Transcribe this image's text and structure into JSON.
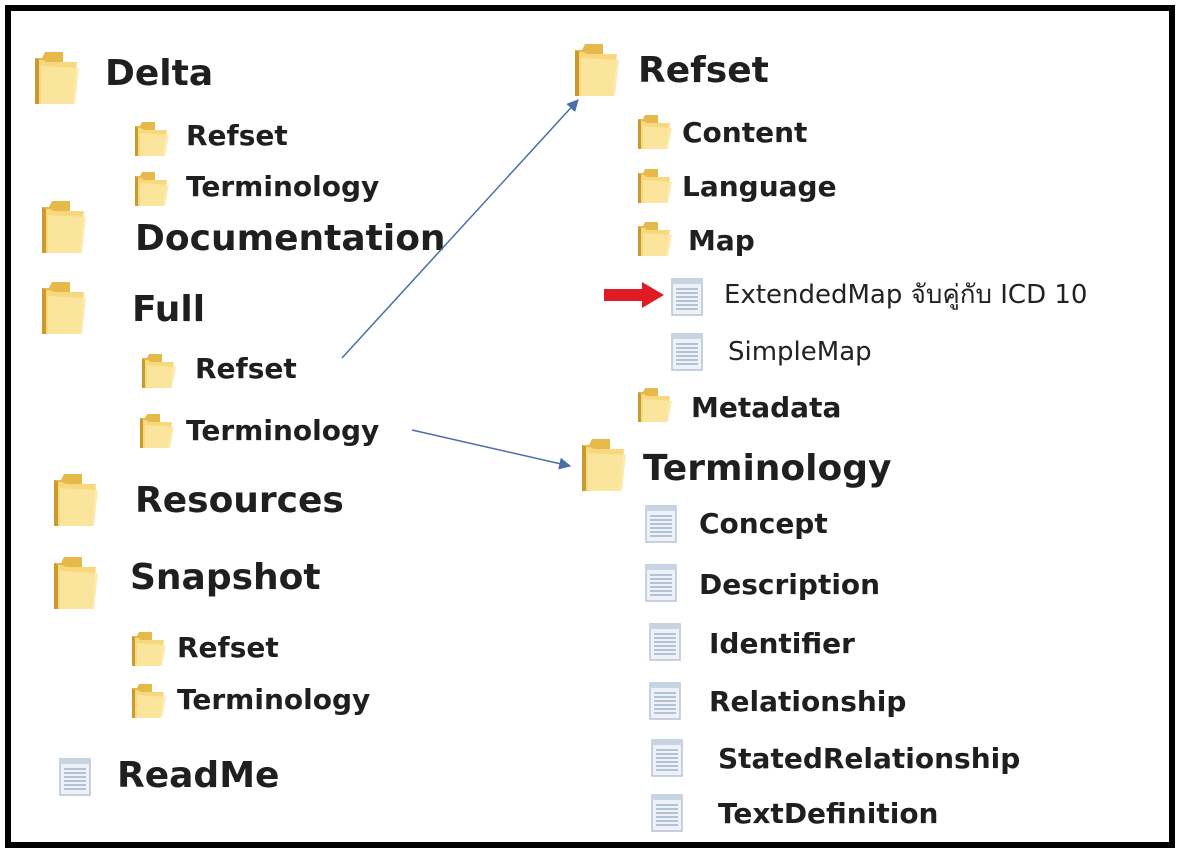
{
  "colors": {
    "frame": "#000000",
    "folder_light": "#fbe7a3",
    "folder_mid": "#f3cf69",
    "folder_dark": "#d9a93a",
    "file_body": "#eef2f8",
    "file_lines": "#9fb1c9",
    "connector": "#4a6fa8",
    "pointer": "#e01b24"
  },
  "left_tree": {
    "delta": {
      "label": "Delta",
      "icon": "folder-icon"
    },
    "delta_refset": {
      "label": "Refset",
      "icon": "folder-icon"
    },
    "delta_terminology": {
      "label": "Terminology",
      "icon": "folder-icon"
    },
    "documentation": {
      "label": "Documentation",
      "icon": "folder-icon"
    },
    "full": {
      "label": "Full",
      "icon": "folder-icon"
    },
    "full_refset": {
      "label": "Refset",
      "icon": "folder-icon"
    },
    "full_terminology": {
      "label": "Terminology",
      "icon": "folder-icon"
    },
    "resources": {
      "label": "Resources",
      "icon": "folder-icon"
    },
    "snapshot": {
      "label": "Snapshot",
      "icon": "folder-icon"
    },
    "snapshot_refset": {
      "label": "Refset",
      "icon": "folder-icon"
    },
    "snapshot_terminology": {
      "label": "Terminology",
      "icon": "folder-icon"
    },
    "readme": {
      "label": "ReadMe",
      "icon": "file-icon"
    }
  },
  "right_tree": {
    "refset": {
      "label": "Refset",
      "icon": "folder-icon"
    },
    "content": {
      "label": "Content",
      "icon": "folder-icon"
    },
    "language": {
      "label": "Language",
      "icon": "folder-icon"
    },
    "map": {
      "label": "Map",
      "icon": "folder-icon"
    },
    "extended_map": {
      "label": "ExtendedMap จับคู่กับ ICD 10",
      "icon": "file-icon",
      "highlighted": true
    },
    "simple_map": {
      "label": "SimpleMap",
      "icon": "file-icon"
    },
    "metadata": {
      "label": "Metadata",
      "icon": "folder-icon"
    },
    "terminology": {
      "label": "Terminology",
      "icon": "folder-icon"
    },
    "concept": {
      "label": "Concept",
      "icon": "file-icon"
    },
    "description": {
      "label": "Description",
      "icon": "file-icon"
    },
    "identifier": {
      "label": "Identifier",
      "icon": "file-icon"
    },
    "relationship": {
      "label": "Relationship",
      "icon": "file-icon"
    },
    "stated_relationship": {
      "label": "StatedRelationship",
      "icon": "file-icon"
    },
    "text_definition": {
      "label": "TextDefinition",
      "icon": "file-icon"
    }
  },
  "connectors": [
    {
      "from": "Full / Refset",
      "to": "Refset"
    },
    {
      "from": "Full / Terminology",
      "to": "Terminology"
    }
  ]
}
